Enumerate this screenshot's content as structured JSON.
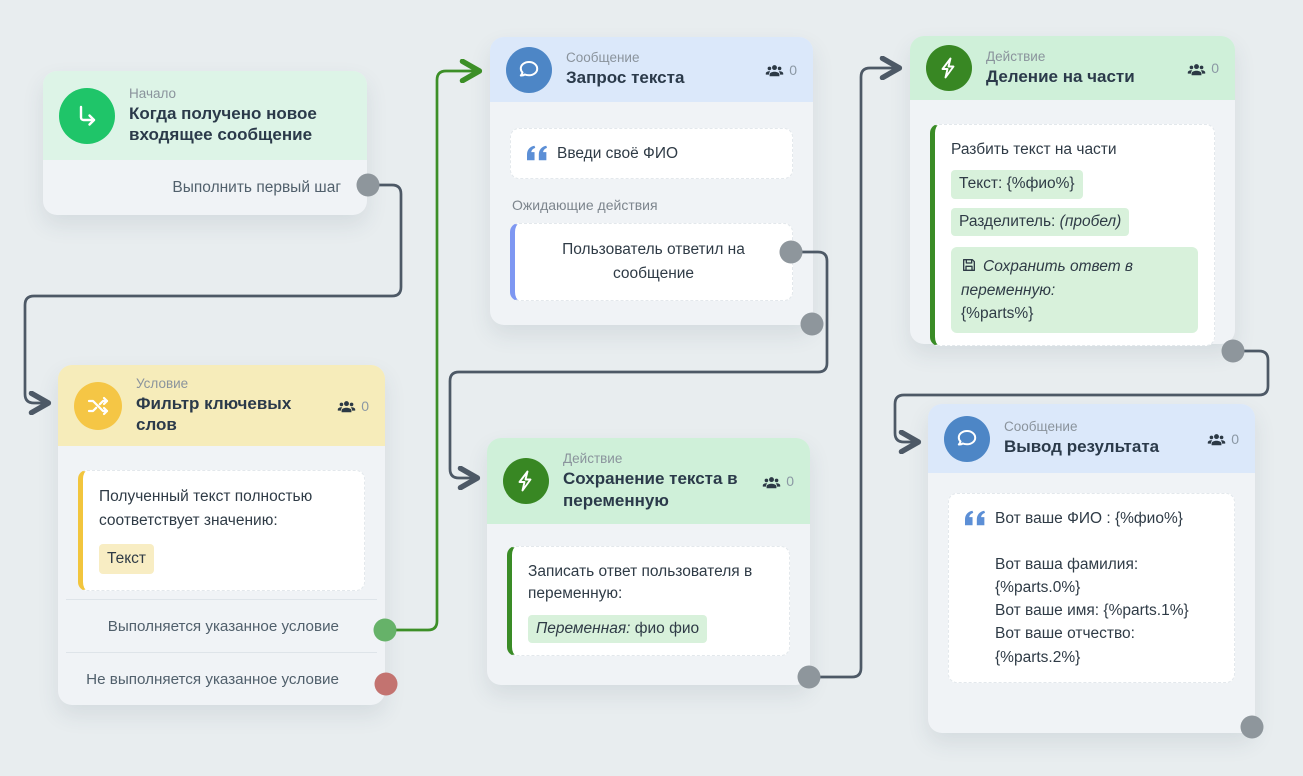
{
  "colors": {
    "canvas_bg": "#e8edef",
    "start_header_bg": "#ddf4e7",
    "start_icon_bg": "#1fc569",
    "message_header_bg": "#dbe8fa",
    "message_icon_bg": "#4d86c6",
    "action_header_bg": "#cff0d9",
    "action_icon_bg": "#388723",
    "condition_header_bg": "#f6ecba",
    "condition_icon_bg": "#f5c645",
    "green_tag_bg": "#d8f1db",
    "yellow_tag_bg": "#f8edc3",
    "wire_gray": "#4d5966",
    "wire_green": "#3c8f27",
    "port_gray": "#8e969c",
    "port_green": "#66b269",
    "port_red": "#c37370"
  },
  "nodes": {
    "start": {
      "type_label": "Начало",
      "title": "Когда получено новое входящее сообщение",
      "action_label": "Выполнить первый шаг"
    },
    "request": {
      "type_label": "Сообщение",
      "title": "Запрос текста",
      "subscribers": "0",
      "message_text": "Введи своё ФИО",
      "waiting_label": "Ожидающие действия",
      "waiting_action": "Пользователь ответил на сообщение"
    },
    "split": {
      "type_label": "Действие",
      "title": "Деление на части",
      "subscribers": "0",
      "action_title": "Разбить текст на части",
      "param_text": "Текст: {%фио%}",
      "param_delimiter_label": "Разделитель:",
      "param_delimiter_value": "(пробел)",
      "save_note": "Сохранить ответ в переменную:",
      "save_variable": "{%parts%}"
    },
    "filter": {
      "type_label": "Условие",
      "title": "Фильтр ключевых слов",
      "subscribers": "0",
      "condition_text": "Полученный текст полностью соответствует значению:",
      "condition_value": "Текст",
      "branch_true": "Выполняется указанное условие",
      "branch_false": "Не выполняется указанное условие"
    },
    "save": {
      "type_label": "Действие",
      "title": "Сохранение текста в переменную",
      "subscribers": "0",
      "action_text": "Записать ответ пользователя в переменную:",
      "variable_label": "Переменная:",
      "variable_value": "фио фио"
    },
    "result": {
      "type_label": "Сообщение",
      "title": "Вывод результата",
      "subscribers": "0",
      "message_lines": [
        "Вот ваше ФИО : {%фио%}",
        "",
        "Вот ваша фамилия: {%parts.0%}",
        "Вот ваше имя: {%parts.1%}",
        "Вот ваше отчество: {%parts.2%}"
      ]
    }
  }
}
